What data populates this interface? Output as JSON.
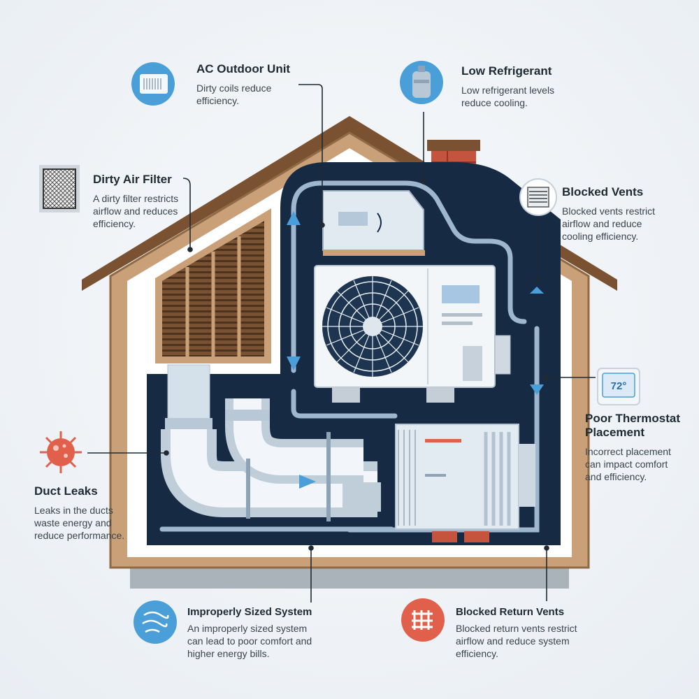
{
  "callouts": {
    "ac_outdoor_unit": {
      "title": "AC Outdoor Unit",
      "desc": "Dirty coils reduce efficiency."
    },
    "low_refrigerant": {
      "title": "Low Refrigerant",
      "desc": "Low refrigerant levels reduce cooling."
    },
    "dirty_air_filter": {
      "title": "Dirty Air Filter",
      "desc": "A dirty filter restricts airflow and reduces efficiency."
    },
    "blocked_vents": {
      "title": "Blocked Vents",
      "desc": "Blocked vents restrict airflow and reduce cooling efficiency."
    },
    "poor_thermostat": {
      "title": "Poor Thermostat Placement",
      "desc": "Incorrect placement can impact comfort and efficiency."
    },
    "duct_leaks": {
      "title": "Duct Leaks",
      "desc": "Leaks in the ducts waste energy and reduce performance."
    },
    "improperly_sized": {
      "title": "Improperly Sized System",
      "desc": "An improperly sized system can lead to poor comfort and higher energy bills."
    },
    "blocked_return": {
      "title": "Blocked Return Vents",
      "desc": "Blocked return vents restrict airflow and reduce system efficiency."
    }
  },
  "thermostat": {
    "reading": "72°"
  },
  "colors": {
    "accent_blue": "#4a9fd8",
    "alert_red": "#e0604c",
    "roof_brown": "#7a5232",
    "wall_tan": "#c9a077",
    "interior_navy": "#162a44",
    "chimney_red": "#c4543d"
  }
}
